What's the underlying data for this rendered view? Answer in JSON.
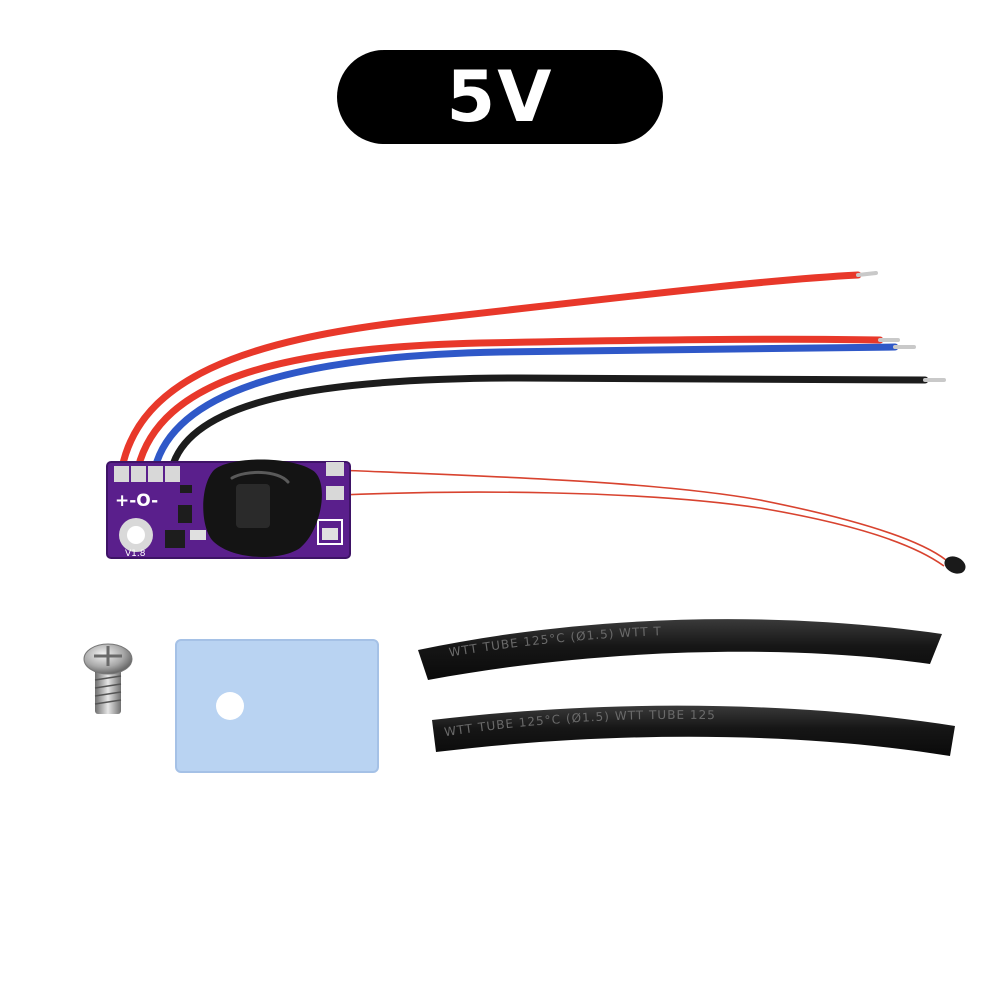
{
  "badge": {
    "label": "5V"
  },
  "board": {
    "silkscreen_pins": "+-O-",
    "silkscreen_version": "V1.8"
  },
  "tubes": {
    "print_upper": "WTT  TUBE  125°C  (Ø1.5)   WTT  T",
    "print_lower": "WTT  TUBE  125°C  (Ø1.5)   WTT  TUBE  125"
  },
  "colors": {
    "wire_red": "#e8382a",
    "wire_blue": "#2f58c8",
    "wire_black": "#1c1c1c",
    "pcb_purple": "#5a1f8c",
    "thermal_pad": "#b9d3f2",
    "tube_black": "#181818"
  }
}
